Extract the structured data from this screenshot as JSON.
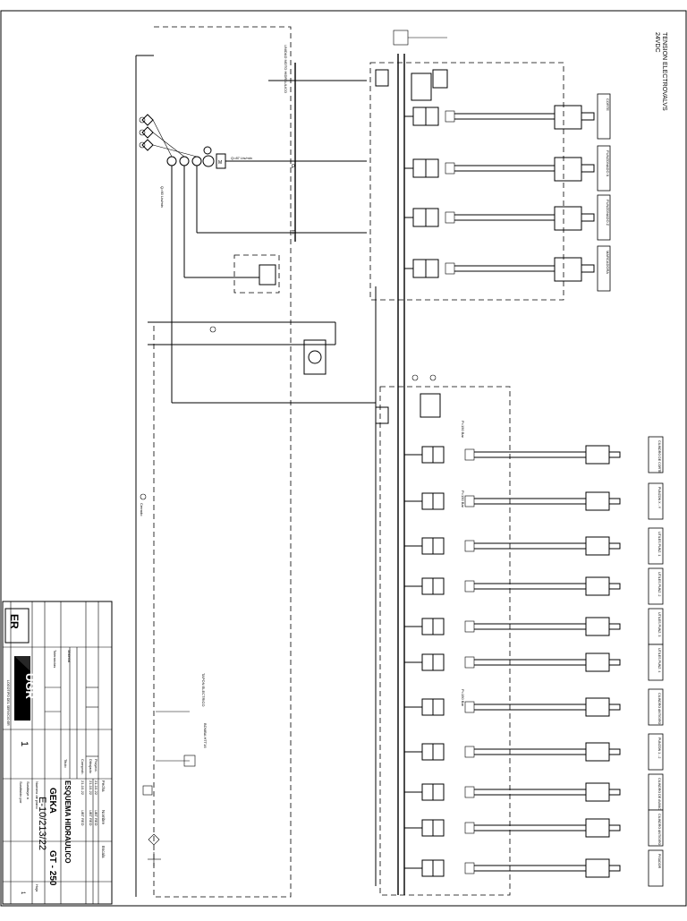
{
  "drawing": {
    "title_block": {
      "company": "GEKA",
      "model": "GT - 250",
      "plan_title": "ESQUEMA HIDRAULICO",
      "plan_number": "E-10/213/22",
      "sheet_label": "Hoja",
      "sheet_number": "1",
      "revision": "1",
      "logo_text": "UGR",
      "er_text": "ER",
      "subtitle": "LOGOTIPO DEL SERVICIO ER",
      "labels": {
        "fecha": "Fecha",
        "nombre": "Nombre",
        "escala": "Escala",
        "dibujado": "Dibujado",
        "comprobado": "Comprob.",
        "proyectado": "Proyect.",
        "titulo": "Titulo",
        "numero_plano": "Numero de plano",
        "sustituye": "Sustituye a",
        "sustituido": "Sustituido por",
        "tolerancias": "Tolerancias",
        "material": "Material"
      },
      "dates": [
        "21-10-22",
        "21-10-22",
        "21-10-22"
      ],
      "names": [
        "UBT RED",
        "UBT RED",
        "UBT RED"
      ]
    },
    "header_notes": [
      "TENSION ELECTROVALVS",
      "24VDC"
    ],
    "unit_label": "UNIDAD MOTO HIDRAULICO",
    "flow_labels": [
      "Q=87 Lts/min",
      "Q=60 Lts/min"
    ],
    "pressure_labels": [
      "P",
      "T"
    ],
    "upper_actuators": [
      "CORTE",
      "PUNZONADO X",
      "PUNZONADO Z",
      "MARCADORA"
    ],
    "lower_functions": [
      "CILINDRO DE CORTE",
      "PUNZON X - Y",
      "UTILES PUNZ. 1",
      "UTILES PUNZ. 2",
      "UTILES PUNZ. 3",
      "UTILES PUNZ. 4",
      "CILINDRO ANTIGIRO",
      "PUNZON 1 - 2",
      "CILINDRO DE AVANCE",
      "CILINDRO ANTIGIRO",
      "PISADOR"
    ],
    "pressure_marks": [
      "P=150 Bar",
      "P=150 Bar",
      "P=150 Bar"
    ],
    "misc_labels": [
      "Cerrado",
      "BOMBA HTT16",
      "TAPON ELECTRICO"
    ]
  }
}
